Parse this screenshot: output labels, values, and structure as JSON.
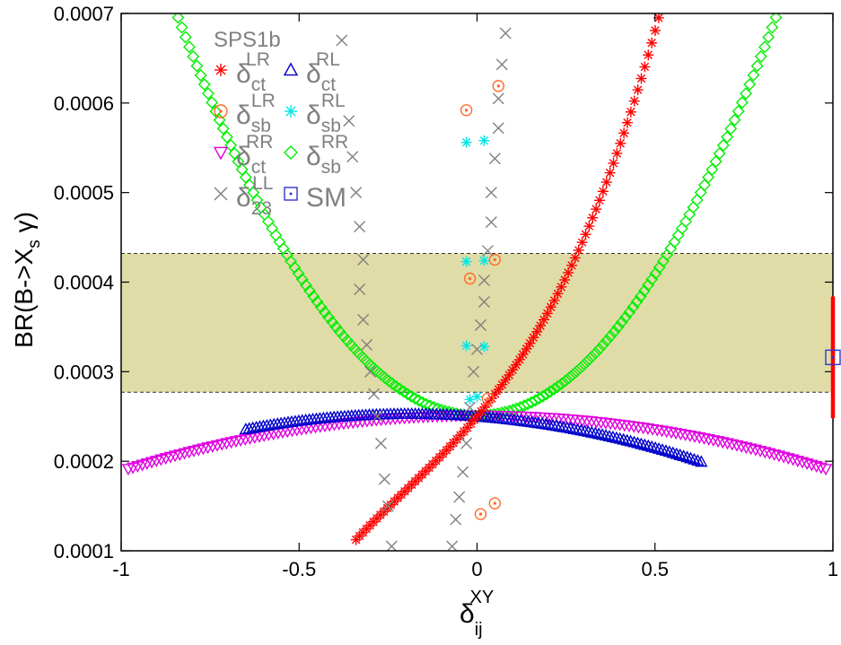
{
  "chart_data": {
    "type": "scatter",
    "title": "SPS1b",
    "xlabel": {
      "base": "δ",
      "sup": "XY",
      "sub": "ij"
    },
    "ylabel": {
      "pre": "BR(B->X",
      "sub": "s",
      "post": " γ)"
    },
    "xlim": [
      -1,
      1
    ],
    "ylim": [
      0.0001,
      0.0007
    ],
    "x_ticks": [
      "-1",
      "-0.5",
      "0",
      "0.5",
      "1"
    ],
    "y_ticks": [
      "0.0001",
      "0.0002",
      "0.0003",
      "0.0004",
      "0.0005",
      "0.0006",
      "0.0007"
    ],
    "grid": false,
    "legend_position": "top-left",
    "band": {
      "y_low": 0.000277,
      "y_high": 0.000432,
      "color": "#e0dca8"
    },
    "sm_point": {
      "x": 1.0,
      "y": 0.000316,
      "err_low": 0.000248,
      "err_high": 0.000384,
      "err_color": "#ff0000"
    },
    "series": [
      {
        "name": "LR ct",
        "legend_base": "δ",
        "legend_sup": "LR",
        "legend_sub": "ct",
        "marker": "star",
        "color": "#ff0000",
        "kind": "dense",
        "x_range": [
          -0.34,
          0.53
        ],
        "coeffs": [
          0.00025,
          0.00047,
          0.00043,
          0.0007
        ],
        "n": 90
      },
      {
        "name": "RL ct",
        "legend_base": "δ",
        "legend_sup": "RL",
        "legend_sub": "ct",
        "marker": "triangle-up",
        "color": "#0000cc",
        "kind": "dense",
        "x_range": [
          -0.65,
          0.63
        ],
        "coeffs": [
          0.00025,
          -3e-05,
          -8e-05,
          0.0
        ],
        "n": 130
      },
      {
        "name": "LR sb",
        "legend_base": "δ",
        "legend_sup": "LR",
        "legend_sub": "sb",
        "marker": "circle-dot",
        "color": "#ff6a2a",
        "kind": "points",
        "x": [
          0.01,
          0.05,
          -0.03,
          0.06,
          0.03,
          -0.02,
          0.05
        ],
        "y": [
          0.000141,
          0.000153,
          0.000592,
          0.000619,
          0.00027,
          0.000404,
          0.000425
        ]
      },
      {
        "name": "RL sb",
        "legend_base": "δ",
        "legend_sup": "RL",
        "legend_sub": "sb",
        "marker": "asterisk",
        "color": "#00e5e5",
        "kind": "points",
        "x": [
          -0.03,
          0.02,
          -0.03,
          0.02,
          -0.03,
          0.02,
          -0.02,
          0.0
        ],
        "y": [
          0.000556,
          0.000558,
          0.000423,
          0.000424,
          0.000329,
          0.000328,
          0.000269,
          0.000272
        ]
      },
      {
        "name": "RR ct",
        "legend_base": "δ",
        "legend_sup": "RR",
        "legend_sub": "ct",
        "marker": "triangle-down",
        "color": "#e000e0",
        "kind": "dense",
        "x_range": [
          -0.98,
          0.98
        ],
        "coeffs": [
          0.000251,
          0.0,
          -6.2e-05,
          0.0
        ],
        "n": 150
      },
      {
        "name": "RR sb",
        "legend_base": "δ",
        "legend_sup": "RR",
        "legend_sub": "sb",
        "marker": "diamond",
        "color": "#00ee00",
        "kind": "dense",
        "x_range": [
          -0.84,
          0.84
        ],
        "coeffs": [
          0.000251,
          0.0,
          0.00063,
          0.0
        ],
        "n": 160
      },
      {
        "name": "LL 23",
        "legend_base": "δ",
        "legend_sup": "LL",
        "legend_sub": "23",
        "marker": "x",
        "color": "#808080",
        "kind": "points",
        "x": [
          -0.38,
          -0.36,
          -0.35,
          -0.34,
          -0.33,
          -0.32,
          -0.33,
          -0.32,
          -0.31,
          -0.3,
          -0.29,
          -0.28,
          -0.27,
          -0.26,
          -0.25,
          -0.24,
          0.08,
          0.07,
          0.06,
          0.06,
          0.05,
          0.04,
          0.04,
          0.03,
          0.02,
          0.02,
          0.01,
          0.0,
          -0.01,
          -0.02,
          -0.03,
          -0.04,
          -0.05,
          -0.06,
          -0.07
        ],
        "y": [
          0.00067,
          0.00058,
          0.00054,
          0.0005,
          0.000462,
          0.000425,
          0.000392,
          0.000358,
          0.00033,
          0.0003,
          0.000275,
          0.00025,
          0.00022,
          0.00018,
          0.00015,
          0.000105,
          0.000678,
          0.000643,
          0.000605,
          0.000572,
          0.000538,
          0.0005,
          0.000467,
          0.000435,
          0.000402,
          0.000378,
          0.000352,
          0.000325,
          0.0003,
          0.00026,
          0.00022,
          0.000188,
          0.00016,
          0.000135,
          0.000105
        ]
      },
      {
        "name": "SM",
        "legend_base": "SM",
        "legend_sup": "",
        "legend_sub": "",
        "marker": "square-dot",
        "color": "#3333cc",
        "kind": "points",
        "x": [
          1.0
        ],
        "y": [
          0.000316
        ]
      }
    ]
  }
}
